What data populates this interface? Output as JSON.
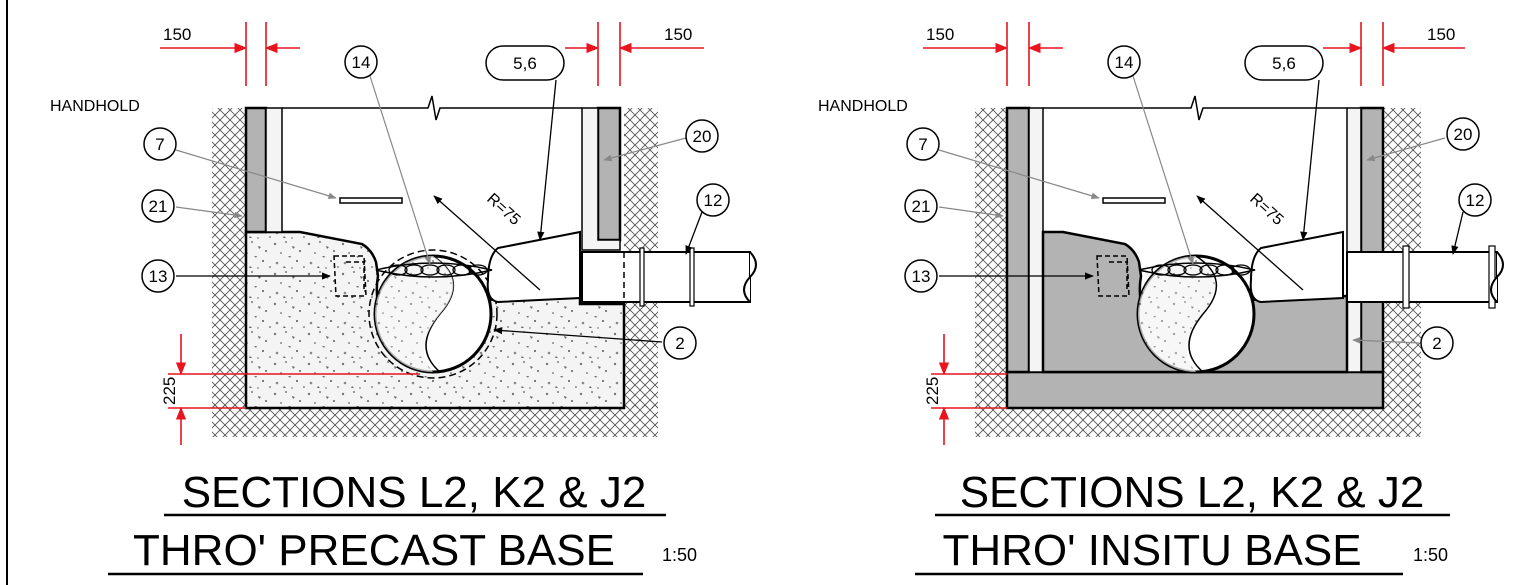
{
  "drawings": [
    {
      "base_type": "precast",
      "title_line1": "SECTIONS L2, K2 & J2",
      "title_line2": "THRO' PRECAST BASE",
      "scale": "1:50",
      "handhold_label": "HANDHOLD",
      "dim_left": "150",
      "dim_right": "150",
      "dim_base": "225",
      "radius_label": "R=75",
      "callouts": {
        "c7": "7",
        "c21": "21",
        "c13": "13",
        "c14": "14",
        "c56": "5,6",
        "c20": "20",
        "c12": "12",
        "c2": "2"
      }
    },
    {
      "base_type": "insitu",
      "title_line1": "SECTIONS L2, K2 & J2",
      "title_line2": "THRO' INSITU BASE",
      "scale": "1:50",
      "handhold_label": "HANDHOLD",
      "dim_left": "150",
      "dim_right": "150",
      "dim_base": "225",
      "radius_label": "R=75",
      "callouts": {
        "c7": "7",
        "c21": "21",
        "c13": "13",
        "c14": "14",
        "c56": "5,6",
        "c20": "20",
        "c12": "12",
        "c2": "2"
      }
    }
  ],
  "colors": {
    "dimension": "#e8141e",
    "concrete_fill": "#b3b3b3",
    "line": "#000000",
    "leader": "#888888"
  }
}
